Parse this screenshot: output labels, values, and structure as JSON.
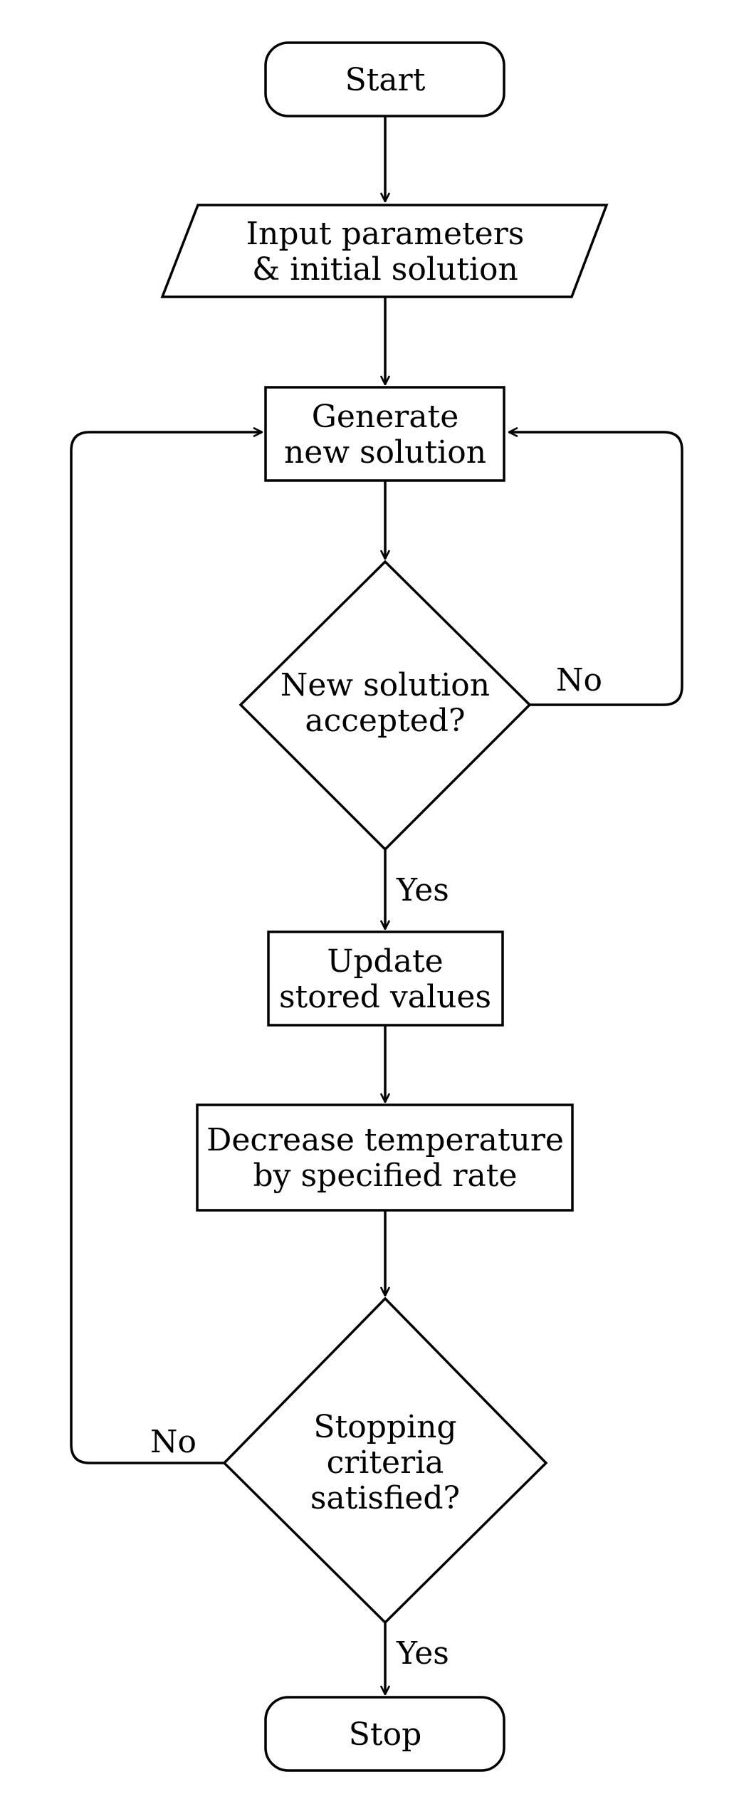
{
  "flowchart": {
    "nodes": {
      "start": {
        "lines": [
          "Start"
        ]
      },
      "input": {
        "lines": [
          "Input parameters",
          "& initial solution"
        ]
      },
      "generate": {
        "lines": [
          "Generate",
          "new solution"
        ]
      },
      "accepted": {
        "lines": [
          "New solution",
          "accepted?"
        ]
      },
      "update": {
        "lines": [
          "Update",
          "stored values"
        ]
      },
      "decrease": {
        "lines": [
          "Decrease temperature",
          "by specified rate"
        ]
      },
      "stopping": {
        "lines": [
          "Stopping",
          "criteria",
          "satisfied?"
        ]
      },
      "stop": {
        "lines": [
          "Stop"
        ]
      }
    },
    "edges": {
      "accepted_no": "No",
      "accepted_yes": "Yes",
      "stopping_no": "No",
      "stopping_yes": "Yes"
    }
  }
}
